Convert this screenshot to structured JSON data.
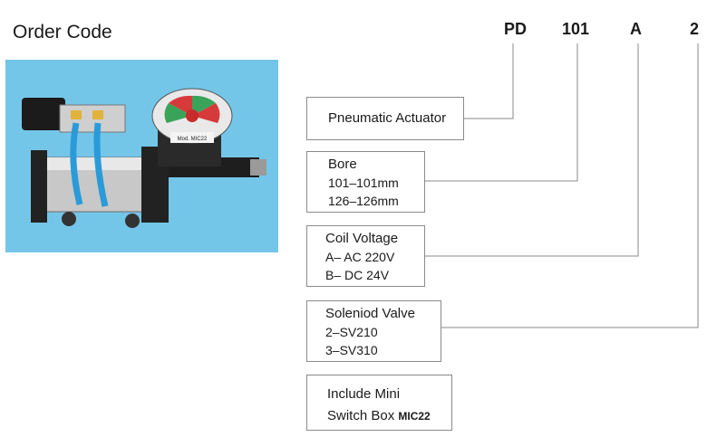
{
  "title": "Order Code",
  "code": {
    "model": "PD",
    "bore": "101",
    "voltage": "A",
    "valve": "2"
  },
  "photo": {
    "gauge_label": "Mod. MIC22"
  },
  "boxes": {
    "actuator": {
      "head": "Pneumatic Actuator"
    },
    "bore": {
      "head": "Bore",
      "opt1": "101–101mm",
      "opt2": "126–126mm"
    },
    "voltage": {
      "head": "Coil Voltage",
      "opt1": "A– AC 220V",
      "opt2": "B– DC 24V"
    },
    "valve": {
      "head": "Soleniod Valve",
      "opt1": "2–SV210",
      "opt2": "3–SV310"
    },
    "switch": {
      "head": "Include Mini",
      "line2": "Switch Box",
      "model": "MIC22"
    }
  },
  "colors": {
    "photo_bg": "#74c6e9",
    "line": "#8a8a8a"
  }
}
